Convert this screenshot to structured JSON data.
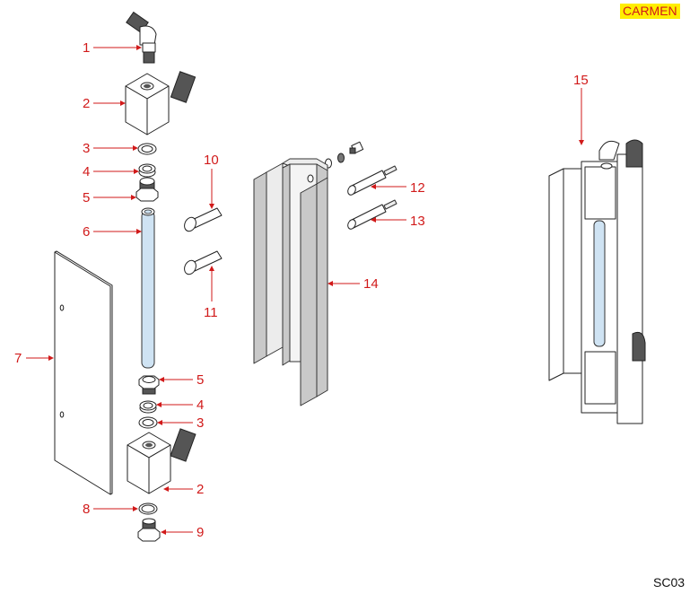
{
  "diagram": {
    "brand_tag": "CARMEN",
    "sheet_code": "SC03",
    "colors": {
      "callout": "#d11a1a",
      "brand_background": "#ffee00",
      "glass_tube": "#cfe3f3",
      "metal_plate": "#c9c9c9"
    },
    "callouts": [
      {
        "id": "c1",
        "number": "1",
        "part": "elbow-fitting"
      },
      {
        "id": "c2a",
        "number": "2",
        "part": "upper-valve-block"
      },
      {
        "id": "c3a",
        "number": "3",
        "part": "upper-flat-seal"
      },
      {
        "id": "c4a",
        "number": "4",
        "part": "upper-gasket"
      },
      {
        "id": "c5a",
        "number": "5",
        "part": "upper-gland-nut"
      },
      {
        "id": "c6",
        "number": "6",
        "part": "glass-tube"
      },
      {
        "id": "c7",
        "number": "7",
        "part": "front-cover-plate"
      },
      {
        "id": "c5b",
        "number": "5",
        "part": "lower-gland-nut"
      },
      {
        "id": "c4b",
        "number": "4",
        "part": "lower-gasket"
      },
      {
        "id": "c3b",
        "number": "3",
        "part": "lower-flat-seal"
      },
      {
        "id": "c2b",
        "number": "2",
        "part": "lower-valve-block"
      },
      {
        "id": "c8",
        "number": "8",
        "part": "drain-seal"
      },
      {
        "id": "c9",
        "number": "9",
        "part": "drain-plug"
      },
      {
        "id": "c10",
        "number": "10",
        "part": "upper-pin"
      },
      {
        "id": "c11",
        "number": "11",
        "part": "lower-pin"
      },
      {
        "id": "c12",
        "number": "12",
        "part": "upper-contact-pin"
      },
      {
        "id": "c13",
        "number": "13",
        "part": "lower-contact-pin"
      },
      {
        "id": "c14",
        "number": "14",
        "part": "profile-housing"
      },
      {
        "id": "c15",
        "number": "15",
        "part": "assembled-level-gauge"
      }
    ]
  }
}
